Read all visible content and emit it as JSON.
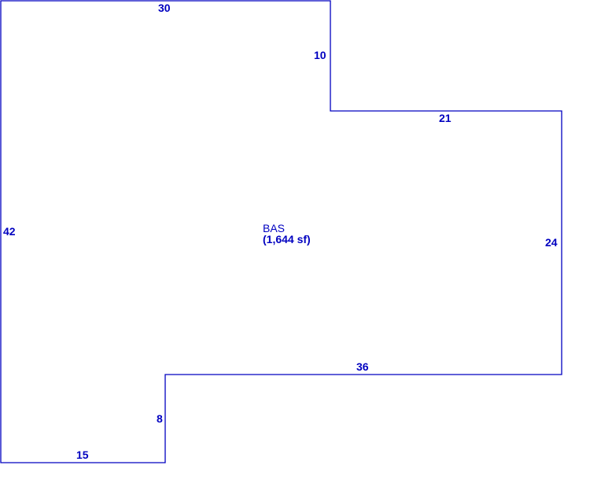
{
  "area": {
    "code": "BAS",
    "size": "(1,644 sf)"
  },
  "dimensions": {
    "top": "30",
    "notch_vertical": "10",
    "notch_horizontal": "21",
    "right": "24",
    "middle_horizontal": "36",
    "step_vertical": "8",
    "bottom": "15",
    "left": "42"
  },
  "colors": {
    "line": "#0000c0",
    "background": "#ffffff"
  }
}
